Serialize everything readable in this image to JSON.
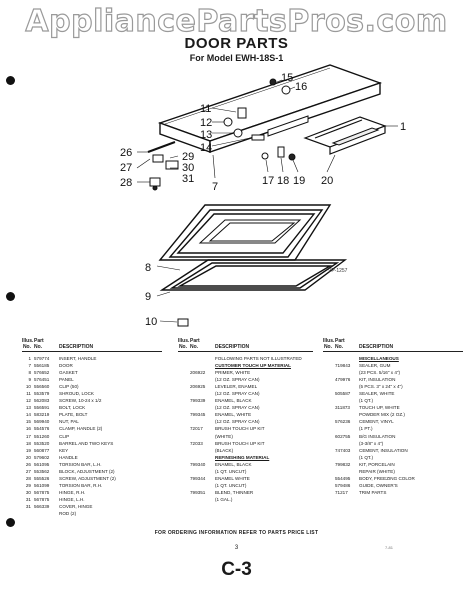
{
  "watermark": "AppliancePartsPros.com",
  "title": "DOOR PARTS",
  "subtitle": "For Model EWH-18S-1",
  "diagram": {
    "callouts": [
      "15",
      "16",
      "11",
      "1",
      "12",
      "13",
      "14",
      "26",
      "29",
      "27",
      "30",
      "31",
      "28",
      "7",
      "17",
      "18",
      "19",
      "20",
      "8",
      "9",
      "10"
    ],
    "plate_code": "VP-1257"
  },
  "table": {
    "col_headers": [
      {
        "ill": "Illus.",
        "part": "Part",
        "no": "No.",
        "partno": "No.",
        "desc": "DESCRIPTION"
      },
      {
        "ill": "Illus.",
        "part": "Part",
        "no": "No.",
        "partno": "No.",
        "desc": "DESCRIPTION"
      },
      {
        "ill": "Illus.",
        "part": "Part",
        "no": "No.",
        "partno": "No.",
        "desc": "DESCRIPTION"
      }
    ],
    "col1": [
      {
        "n": "1",
        "p": "579774",
        "d": "INSERT, HANDLE"
      },
      {
        "n": "7",
        "p": "556185",
        "d": "DOOR"
      },
      {
        "n": "8",
        "p": "576652",
        "d": "GASKET"
      },
      {
        "n": "9",
        "p": "576451",
        "d": "PANEL"
      },
      {
        "n": "10",
        "p": "556560",
        "d": "CLIP (50)"
      },
      {
        "n": "11",
        "p": "553579",
        "d": "SHROUD, LOCK"
      },
      {
        "n": "12",
        "p": "562083",
        "d": "SCREW, 10-24 x 1/2"
      },
      {
        "n": "13",
        "p": "556591",
        "d": "BOLT, LOCK"
      },
      {
        "n": "14",
        "p": "583219",
        "d": "PLATE, BOLT"
      },
      {
        "n": "15",
        "p": "569940",
        "d": "NUT, PAL"
      },
      {
        "n": "16",
        "p": "554576",
        "d": "CLAMP, HANDLE (2)"
      },
      {
        "n": "17",
        "p": "551260",
        "d": "CLIP"
      },
      {
        "n": "18",
        "p": "553520",
        "d": "BARREL AND TWO KEYS"
      },
      {
        "n": "19",
        "p": "560877",
        "d": "KEY"
      },
      {
        "n": "20",
        "p": "579602",
        "d": "HANDLE"
      },
      {
        "n": "26",
        "p": "561095",
        "d": "TORSION BAR, L.H."
      },
      {
        "n": "27",
        "p": "553562",
        "d": "BLOCK, ADJUSTMENT (2)"
      },
      {
        "n": "28",
        "p": "555526",
        "d": "SCREW, ADJUSTMENT (2)"
      },
      {
        "n": "29",
        "p": "561099",
        "d": "TORSION BAR, R.H."
      },
      {
        "n": "30",
        "p": "567875",
        "d": "HINGE, R.H."
      },
      {
        "n": "31",
        "p": "567875",
        "d": "HINGE, L.H."
      },
      {
        "n": "31",
        "p": "566339",
        "d": "COVER, HINGE"
      },
      {
        "n": "",
        "p": "",
        "d": "ROD (2)"
      }
    ],
    "col2": [
      {
        "n": "",
        "p": "",
        "d": "FOLLOWING PARTS NOT ILLUSTRATED",
        "sec": false
      },
      {
        "n": "",
        "p": "",
        "d": "CUSTOMER TOUCH UP MATERIAL",
        "sec": true
      },
      {
        "n": "",
        "p": "",
        "d": "",
        "sec": false
      },
      {
        "n": "",
        "p": "206922",
        "d": "PRIMER, WHITE",
        "sec": false
      },
      {
        "n": "",
        "p": "",
        "d": "(12 OZ. SPRAY CAN)",
        "sec": false
      },
      {
        "n": "",
        "p": "206925",
        "d": "LEVELER, ENAMEL",
        "sec": false
      },
      {
        "n": "",
        "p": "",
        "d": "(12 OZ. SPRAY CAN)",
        "sec": false
      },
      {
        "n": "",
        "p": "799339",
        "d": "ENAMEL, BLACK",
        "sec": false
      },
      {
        "n": "",
        "p": "",
        "d": "(12 OZ. SPRAY CAN)",
        "sec": false
      },
      {
        "n": "",
        "p": "799345",
        "d": "ENAMEL, WHITE",
        "sec": false
      },
      {
        "n": "",
        "p": "",
        "d": "(12 OZ. SPRAY CAN)",
        "sec": false
      },
      {
        "n": "",
        "p": "72017",
        "d": "BRUSH TOUCH UP KIT",
        "sec": false
      },
      {
        "n": "",
        "p": "",
        "d": "(WHITE)",
        "sec": false
      },
      {
        "n": "",
        "p": "72033",
        "d": "BRUSH TOUCH UP KIT",
        "sec": false
      },
      {
        "n": "",
        "p": "",
        "d": "(BLACK)",
        "sec": false
      },
      {
        "n": "",
        "p": "",
        "d": "REFINISHING MATERIAL",
        "sec": true
      },
      {
        "n": "",
        "p": "",
        "d": "",
        "sec": false
      },
      {
        "n": "",
        "p": "799340",
        "d": "ENAMEL, BLACK",
        "sec": false
      },
      {
        "n": "",
        "p": "",
        "d": "(1 QT. UNCUT)",
        "sec": false
      },
      {
        "n": "",
        "p": "799344",
        "d": "ENAMEL WHITE",
        "sec": false
      },
      {
        "n": "",
        "p": "",
        "d": "(1 QT. UNCUT)",
        "sec": false
      },
      {
        "n": "",
        "p": "799351",
        "d": "BLEND, THINNER",
        "sec": false
      },
      {
        "n": "",
        "p": "",
        "d": "(1 GAL.)",
        "sec": false
      }
    ],
    "col3": [
      {
        "n": "",
        "p": "",
        "d": "MISCELLANEOUS",
        "sec": true
      },
      {
        "n": "",
        "p": "",
        "d": "",
        "sec": false
      },
      {
        "n": "",
        "p": "719843",
        "d": "SEALER, GUM",
        "sec": false
      },
      {
        "n": "",
        "p": "",
        "d": "(23 PCS. 5/16\" x 4\")",
        "sec": false
      },
      {
        "n": "",
        "p": "479976",
        "d": "KIT, INSULATION",
        "sec": false
      },
      {
        "n": "",
        "p": "",
        "d": "(5 PCS. 3\" x 24\" x 4\")",
        "sec": false
      },
      {
        "n": "",
        "p": "505587",
        "d": "SEALER, WHITE",
        "sec": false
      },
      {
        "n": "",
        "p": "",
        "d": "(1 QT.)",
        "sec": false
      },
      {
        "n": "",
        "p": "311873",
        "d": "TOUCH UP, WHITE",
        "sec": false
      },
      {
        "n": "",
        "p": "",
        "d": "POWDER MIX (2 OZ.)",
        "sec": false
      },
      {
        "n": "",
        "p": "576236",
        "d": "CEMENT, VINYL",
        "sec": false
      },
      {
        "n": "",
        "p": "",
        "d": "(1 PT.)",
        "sec": false
      },
      {
        "n": "",
        "p": "602755",
        "d": "B/G INSULATION",
        "sec": false
      },
      {
        "n": "",
        "p": "",
        "d": "(3-3/8\" x 4\")",
        "sec": false
      },
      {
        "n": "",
        "p": "747403",
        "d": "CEMENT, INSULATION",
        "sec": false
      },
      {
        "n": "",
        "p": "",
        "d": "(1 QT.)",
        "sec": false
      },
      {
        "n": "",
        "p": "799832",
        "d": "KIT, PORCELAIN",
        "sec": false
      },
      {
        "n": "",
        "p": "",
        "d": "REPAIR (WHITE)",
        "sec": false
      },
      {
        "n": "",
        "p": "554495",
        "d": "BODY, FREEZING COLOR",
        "sec": false
      },
      {
        "n": "",
        "p": "579486",
        "d": "GUIDE, OWNER'S",
        "sec": false
      },
      {
        "n": "",
        "p": "71217",
        "d": "TRIM PARTS",
        "sec": false
      }
    ]
  },
  "footer": "FOR ORDERING INFORMATION REFER TO PARTS PRICE LIST",
  "page_number": "3",
  "page_id": "C-3",
  "margin_code": "7-81"
}
